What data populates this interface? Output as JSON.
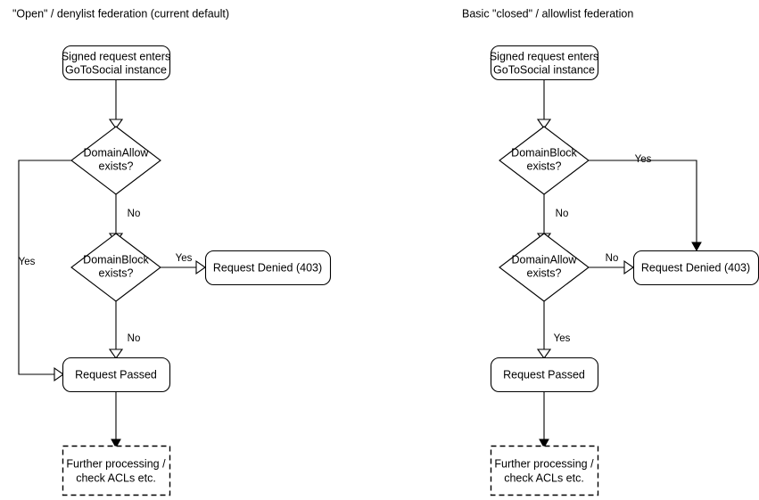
{
  "diagram": {
    "title_left": "\"Open\" / denylist federation (current default)",
    "title_right": "Basic \"closed\" / allowlist federation",
    "colors": {
      "stroke": "#000000",
      "fill": "#ffffff",
      "text": "#000000"
    },
    "left": {
      "nodes": {
        "start_line1": "Signed request enters",
        "start_line2": "GoToSocial instance",
        "decision1_line1": "DomainAllow",
        "decision1_line2": "exists?",
        "decision2_line1": "DomainBlock",
        "decision2_line2": "exists?",
        "denied": "Request Denied (403)",
        "passed": "Request Passed",
        "further_line1": "Further processing /",
        "further_line2": "check ACLs etc."
      },
      "edges": {
        "allow_yes": "Yes",
        "allow_no": "No",
        "block_yes": "Yes",
        "block_no": "No"
      }
    },
    "right": {
      "nodes": {
        "start_line1": "Signed request enters",
        "start_line2": "GoToSocial instance",
        "decision1_line1": "DomainBlock",
        "decision1_line2": "exists?",
        "decision2_line1": "DomainAllow",
        "decision2_line2": "exists?",
        "denied": "Request Denied (403)",
        "passed": "Request Passed",
        "further_line1": "Further processing /",
        "further_line2": "check ACLs etc."
      },
      "edges": {
        "block_yes": "Yes",
        "block_no": "No",
        "allow_no": "No",
        "allow_yes": "Yes"
      }
    }
  }
}
